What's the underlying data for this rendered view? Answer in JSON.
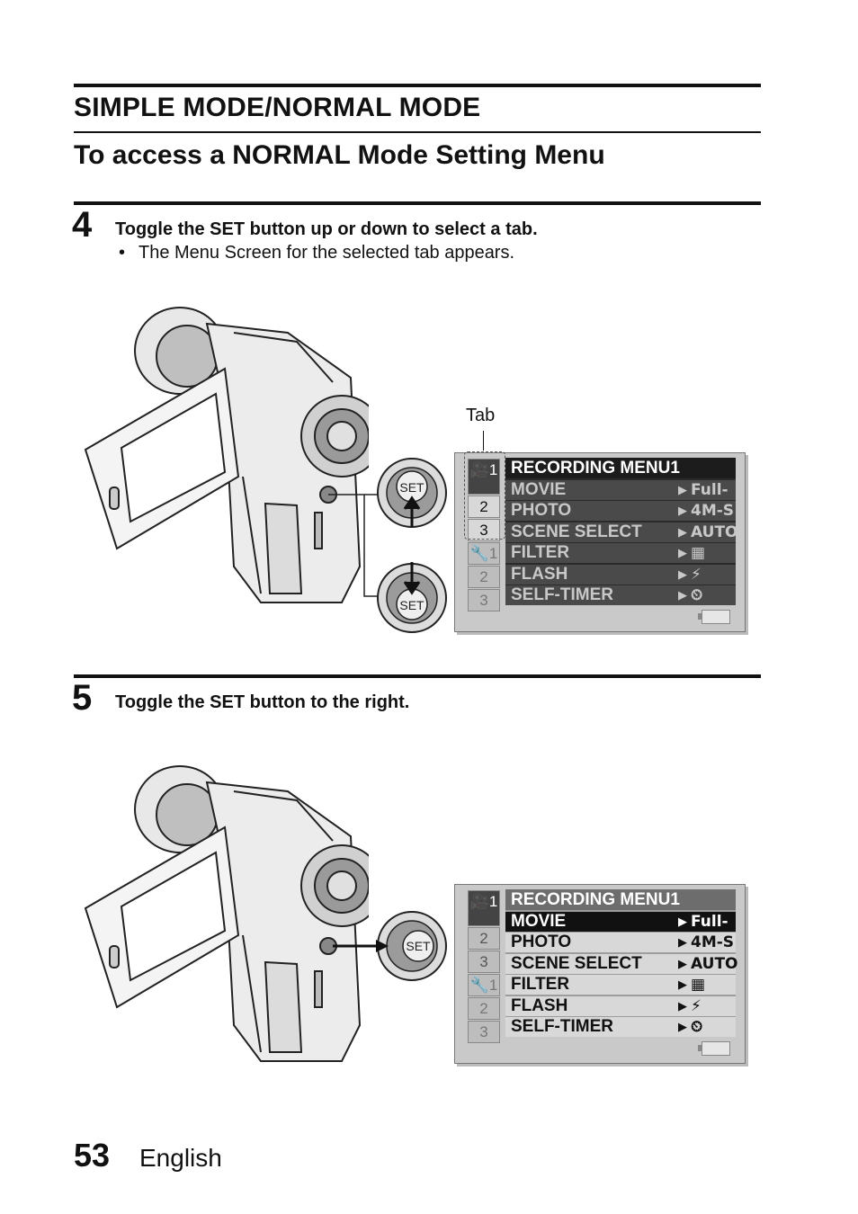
{
  "header": {
    "section_title": "SIMPLE MODE/NORMAL MODE",
    "subtitle": "To access a NORMAL Mode Setting Menu"
  },
  "steps": [
    {
      "number": "4",
      "instruction": "Toggle the SET button up or down to select a tab.",
      "bullet": "The Menu Screen for the selected tab appears."
    },
    {
      "number": "5",
      "instruction": "Toggle the SET button to the right."
    }
  ],
  "figure1": {
    "callout": "Tab",
    "set_label": "SET",
    "tabs": [
      "1",
      "2",
      "3",
      "1",
      "2",
      "3"
    ],
    "menu_title": "RECORDING MENU1",
    "rows": [
      {
        "label": "MOVIE",
        "value": "Full-HD"
      },
      {
        "label": "PHOTO",
        "value": "4M-S"
      },
      {
        "label": "SCENE SELECT",
        "value": "AUTO"
      },
      {
        "label": "FILTER",
        "value": ""
      },
      {
        "label": "FLASH",
        "value": ""
      },
      {
        "label": "SELF-TIMER",
        "value": ""
      }
    ]
  },
  "figure2": {
    "set_label": "SET",
    "tabs": [
      "1",
      "2",
      "3",
      "1",
      "2",
      "3"
    ],
    "menu_title": "RECORDING MENU1",
    "rows": [
      {
        "label": "MOVIE",
        "value": "Full-HD"
      },
      {
        "label": "PHOTO",
        "value": "4M-S"
      },
      {
        "label": "SCENE SELECT",
        "value": "AUTO"
      },
      {
        "label": "FILTER",
        "value": ""
      },
      {
        "label": "FLASH",
        "value": ""
      },
      {
        "label": "SELF-TIMER",
        "value": ""
      }
    ],
    "selected_row": "MOVIE"
  },
  "footer": {
    "page_number": "53",
    "language": "English"
  }
}
